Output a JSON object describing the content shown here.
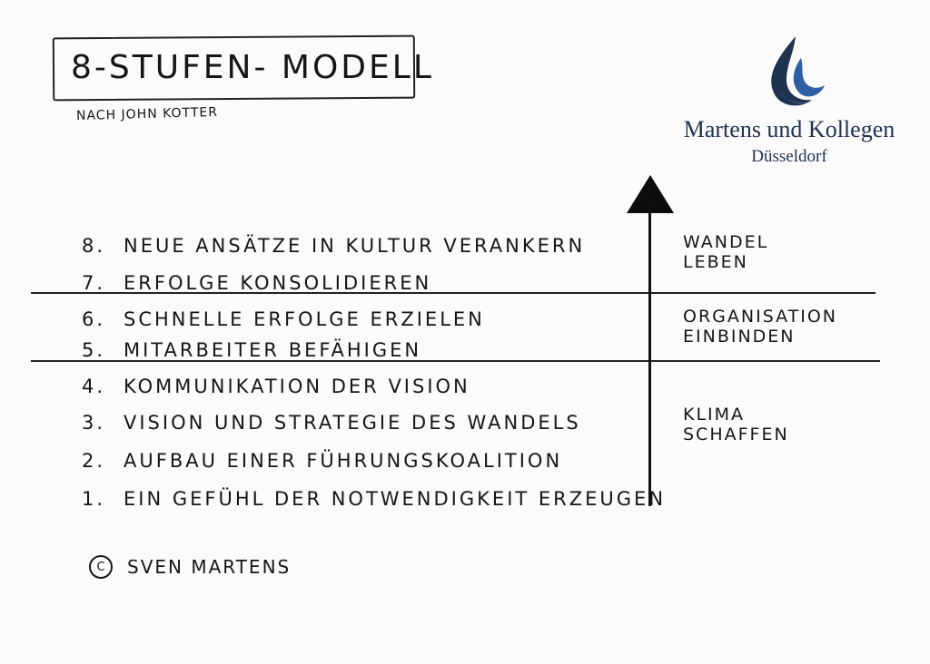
{
  "title": "8-STUFEN- MODELL",
  "subtitle": "NACH JOHN KOTTER",
  "brand": {
    "name": "Martens und Kollegen",
    "city": "Düsseldorf",
    "colors": {
      "dark_blue": "#1e3350",
      "mid_blue": "#2f5fa3",
      "light_blue": "#8fb6dc"
    }
  },
  "steps": [
    {
      "number": "8.",
      "text": "NEUE ANSÄTZE IN KULTUR VERANKERN"
    },
    {
      "number": "7.",
      "text": "ERFOLGE KONSOLIDIEREN"
    },
    {
      "number": "6.",
      "text": "SCHNELLE ERFOLGE ERZIELEN"
    },
    {
      "number": "5.",
      "text": "MITARBEITER BEFÄHIGEN"
    },
    {
      "number": "4.",
      "text": "KOMMUNIKATION DER VISION"
    },
    {
      "number": "3.",
      "text": "VISION UND STRATEGIE DES WANDELS"
    },
    {
      "number": "2.",
      "text": "AUFBAU EINER FÜHRUNGSKOALITION"
    },
    {
      "number": "1.",
      "text": "EIN GEFÜHL DER NOTWENDIGKEIT ERZEUGEN"
    }
  ],
  "phases": [
    {
      "line1": "WANDEL",
      "line2": "LEBEN"
    },
    {
      "line1": "ORGANISATION",
      "line2": "EINBINDEN"
    },
    {
      "line1": "KLIMA",
      "line2": "SCHAFFEN"
    }
  ],
  "copyright": {
    "symbol": "c",
    "author": "SVEN MARTENS"
  },
  "icons": {
    "arrow": "up-arrow-icon",
    "logo": "flame-logo-icon",
    "copyright": "copyright-icon"
  }
}
